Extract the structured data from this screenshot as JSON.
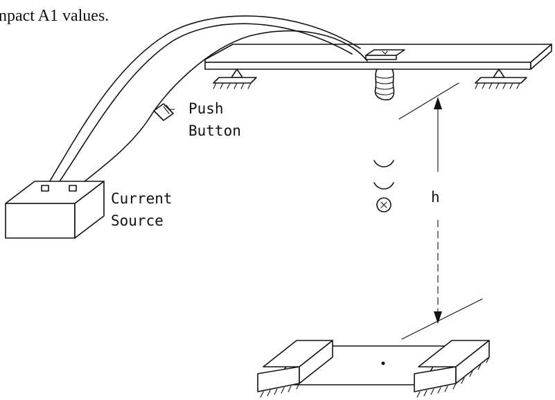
{
  "caption": "npact A1 values.",
  "labels": {
    "push_button": [
      "Push",
      "Button"
    ],
    "current_source": [
      "Current",
      "Source"
    ],
    "height": "h"
  }
}
